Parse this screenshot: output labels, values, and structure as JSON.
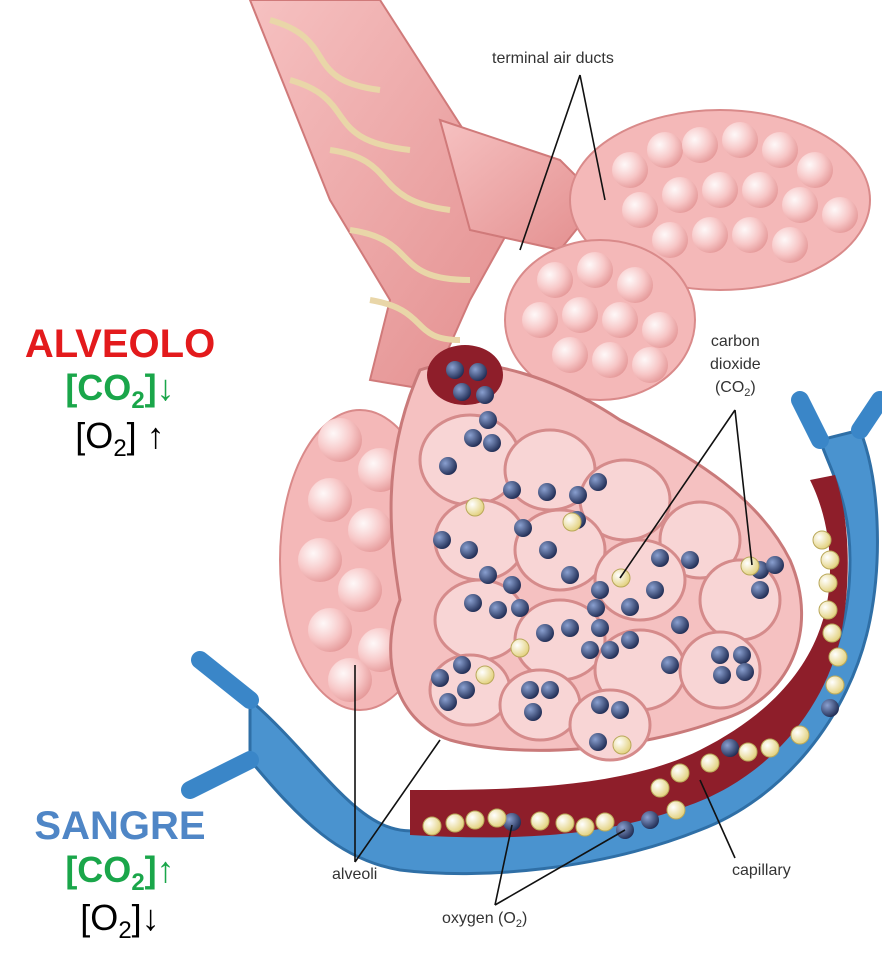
{
  "colors": {
    "alveolo": "#e31a1c",
    "sangre": "#4f86c6",
    "green": "#1aa64a",
    "tissue": "#f3b7b7",
    "vessel_blue": "#3a86c8",
    "blood_red": "#8e1e2a",
    "oxygen": "#2b3a66",
    "co2": "#f1e8a0"
  },
  "side": {
    "alveolo": {
      "title": "ALVEOLO",
      "co2_prefix": "[CO",
      "co2_sub": "2",
      "co2_suffix": "]",
      "co2_arrow": "↓",
      "o2_prefix": "[O",
      "o2_sub": "2",
      "o2_suffix": "] ",
      "o2_arrow": "↑"
    },
    "sangre": {
      "title": "SANGRE",
      "co2_prefix": "[CO",
      "co2_sub": "2",
      "co2_suffix": "]",
      "co2_arrow": "↑",
      "o2_prefix": "[O",
      "o2_sub": "2",
      "o2_suffix": "]",
      "o2_arrow": "↓"
    }
  },
  "labels": {
    "terminal_air_ducts": "terminal air ducts",
    "carbon_dioxide_line1": "carbon",
    "carbon_dioxide_line2": "dioxide",
    "carbon_dioxide_formula_prefix": "(CO",
    "carbon_dioxide_formula_sub": "2",
    "carbon_dioxide_formula_suffix": ")",
    "alveoli": "alveoli",
    "capillary": "capillary",
    "oxygen_prefix": "oxygen (O",
    "oxygen_sub": "2",
    "oxygen_suffix": ")"
  }
}
